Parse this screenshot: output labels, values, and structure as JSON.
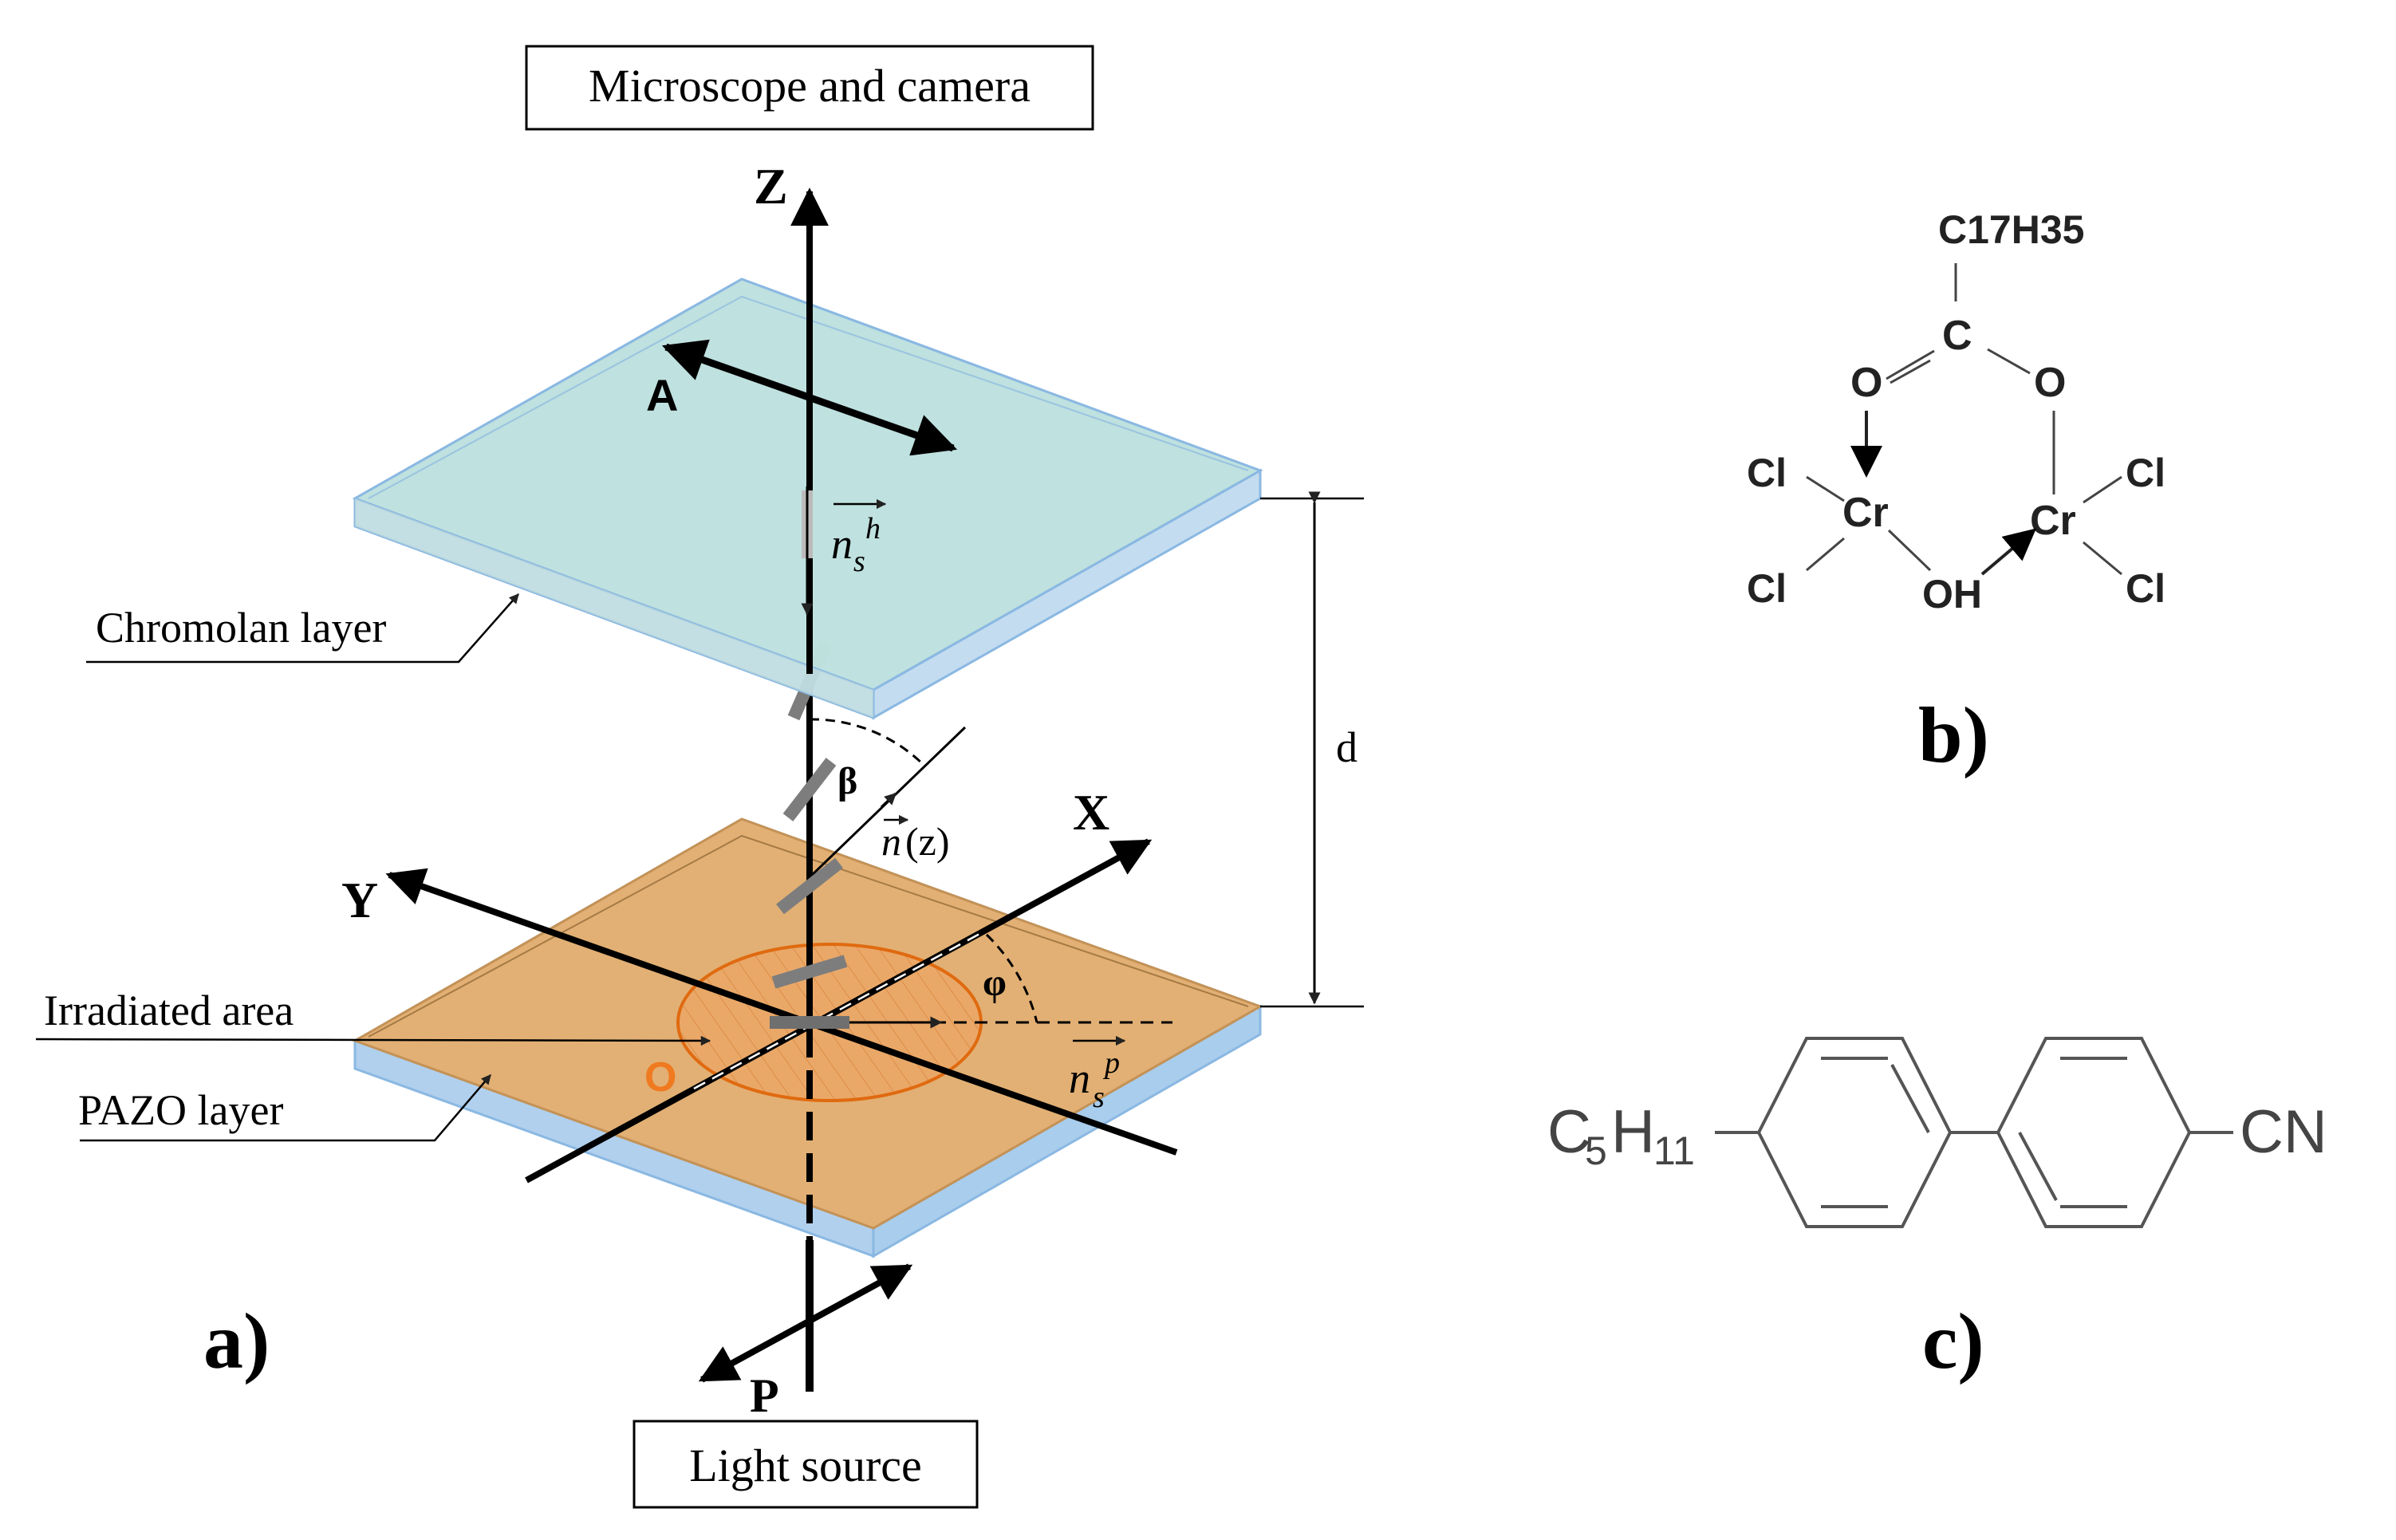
{
  "panel_a": {
    "top_box_label": "Microscope and camera",
    "bottom_box_label": "Light source",
    "axis_z": "Z",
    "axis_x": "X",
    "axis_y": "Y",
    "analyzer": "A",
    "polarizer": "P",
    "chromolan_label": "Chromolan layer",
    "pazo_label": "PAZO layer",
    "irradiated_label": "Irradiated area",
    "origin_label": "O",
    "distance_label": "d",
    "beta": "β",
    "phi": "φ",
    "director_n": "n",
    "director_arg": "(z)",
    "ns": "n",
    "sub_s": "s",
    "sup_h": "h",
    "sup_p": "p",
    "panel_letter": "a)"
  },
  "panel_b": {
    "panel_letter": "b)",
    "c17h35": "C17H35",
    "carbon": "C",
    "oxygen": "O",
    "chromium": "Cr",
    "chlorine": "Cl",
    "hydroxyl": "OH"
  },
  "panel_c": {
    "panel_letter": "c)",
    "c5h11_c": "C",
    "c5h11_5": "5",
    "c5h11_h": "H",
    "c5h11_11": "11",
    "cn": "CN"
  },
  "colors": {
    "chromolan_fill": "#c2e4dc",
    "glass_edge": "#9fc8ea",
    "pazo_fill": "#e2b074",
    "irradiated_fill": "#e9a765",
    "irradiated_edge": "#e06a10",
    "origin": "#f07a20",
    "molecule_gray": "#7d7d7d"
  }
}
